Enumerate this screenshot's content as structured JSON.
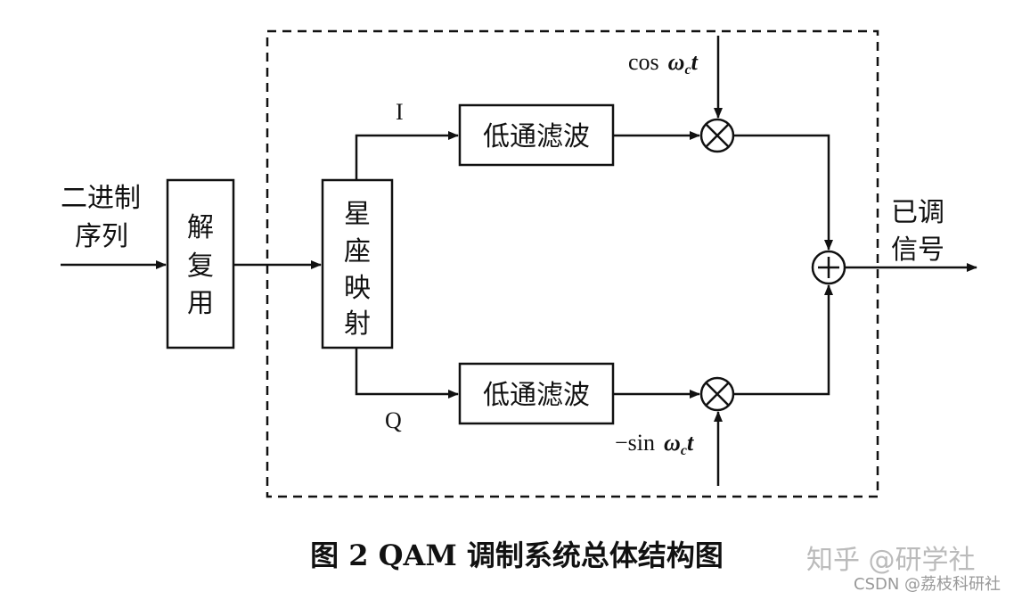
{
  "input_label": [
    "二进制",
    "序列"
  ],
  "demux_label": [
    "解",
    "复",
    "用"
  ],
  "mapper_label": [
    "星",
    "座",
    "映",
    "射"
  ],
  "branch_i": "I",
  "branch_q": "Q",
  "lpf_upper": "低通滤波",
  "lpf_lower": "低通滤波",
  "carrier_cos": {
    "func": "cos",
    "omega": "ω",
    "sub": "c",
    "t": "t"
  },
  "carrier_sin": {
    "func": "−sin",
    "omega": "ω",
    "sub": "c",
    "t": "t"
  },
  "output_label": [
    "已调",
    "信号"
  ],
  "caption": "图 2  QAM 调制系统总体结构图",
  "watermark": {
    "zhihu": "知乎 @研学社",
    "csdn": "CSDN @荔枝科研社"
  }
}
